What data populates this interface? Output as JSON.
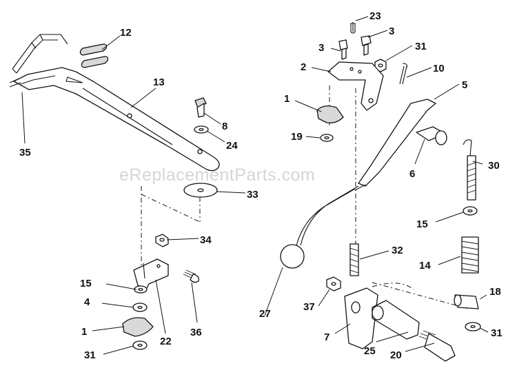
{
  "watermark": "eReplacementParts.com",
  "callouts": {
    "c1a": "1",
    "c1b": "1",
    "c2": "2",
    "c3a": "3",
    "c3b": "3",
    "c4": "4",
    "c5": "5",
    "c6": "6",
    "c7": "7",
    "c8": "8",
    "c10": "10",
    "c12": "12",
    "c13": "13",
    "c14": "14",
    "c15a": "15",
    "c15b": "15",
    "c18": "18",
    "c19": "19",
    "c20": "20",
    "c22": "22",
    "c23": "23",
    "c24": "24",
    "c25": "25",
    "c27": "27",
    "c30": "30",
    "c31a": "31",
    "c31b": "31",
    "c31c": "31",
    "c32": "32",
    "c33": "33",
    "c34": "34",
    "c35": "35",
    "c36": "36",
    "c37": "37"
  }
}
